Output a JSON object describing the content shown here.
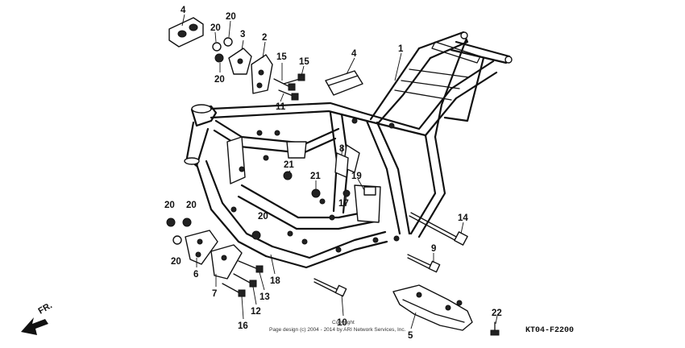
{
  "diagram_code": "KT04-F2200",
  "direction_label": "FR.",
  "copyright_line1": "Copyright",
  "copyright_line2": "Page design (c) 2004 - 2014 by ARI Network Services, Inc.",
  "callouts": [
    {
      "id": "c4a",
      "label": "4"
    },
    {
      "id": "c20a",
      "label": "20"
    },
    {
      "id": "c20b",
      "label": "20"
    },
    {
      "id": "c20c",
      "label": "20"
    },
    {
      "id": "c3",
      "label": "3"
    },
    {
      "id": "c2",
      "label": "2"
    },
    {
      "id": "c15a",
      "label": "15"
    },
    {
      "id": "c15b",
      "label": "15"
    },
    {
      "id": "c11",
      "label": "11"
    },
    {
      "id": "c4b",
      "label": "4"
    },
    {
      "id": "c1",
      "label": "1"
    },
    {
      "id": "c8",
      "label": "8"
    },
    {
      "id": "c21a",
      "label": "21"
    },
    {
      "id": "c21b",
      "label": "21"
    },
    {
      "id": "c19",
      "label": "19"
    },
    {
      "id": "c17",
      "label": "17"
    },
    {
      "id": "c14",
      "label": "14"
    },
    {
      "id": "c20d",
      "label": "20"
    },
    {
      "id": "c20e",
      "label": "20"
    },
    {
      "id": "c20f",
      "label": "20"
    },
    {
      "id": "c20g",
      "label": "20"
    },
    {
      "id": "c9",
      "label": "9"
    },
    {
      "id": "c6",
      "label": "6"
    },
    {
      "id": "c18",
      "label": "18"
    },
    {
      "id": "c7",
      "label": "7"
    },
    {
      "id": "c13",
      "label": "13"
    },
    {
      "id": "c12",
      "label": "12"
    },
    {
      "id": "c16",
      "label": "16"
    },
    {
      "id": "c10",
      "label": "10"
    },
    {
      "id": "c5",
      "label": "5"
    },
    {
      "id": "c22",
      "label": "22"
    }
  ]
}
